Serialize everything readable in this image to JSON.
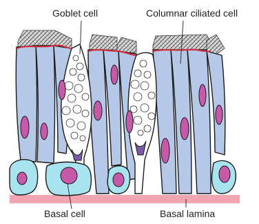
{
  "labels": {
    "goblet_cell": "Goblet cell",
    "columnar_ciliated_cell": "Columnar ciliated cell",
    "basal_cell": "Basal cell",
    "basal_lamina": "Basal lamina"
  },
  "colors": {
    "columnar_cell": "#b5c8e8",
    "basal_cell": "#a8e4f0",
    "nucleus": "#c65aa8",
    "goblet_nucleus": "#7b5aa8",
    "lamina": "#f0a5b0",
    "apical_line": "#d62a3a",
    "outline": "#1a1a1a"
  },
  "icons": {
    "cilia": "cilia-tuft-icon",
    "mucus": "mucus-granules-icon"
  }
}
